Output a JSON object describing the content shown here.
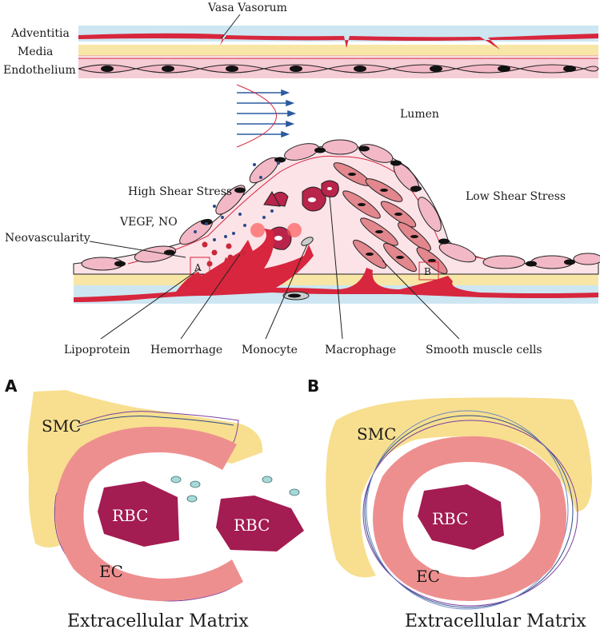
{
  "top_diagram": {
    "layers": {
      "vasa_vasorum": "Vasa Vasorum",
      "adventitia": "Adventitia",
      "media": "Media",
      "endothelium": "Endothelium"
    },
    "lumen": "Lumen",
    "high_shear": "High Shear Stress",
    "low_shear": "Low Shear Stress",
    "vegf": "VEGF, NO",
    "neovascularity": "Neovascularity",
    "box_a": "A",
    "box_b": "B",
    "bottom_labels": {
      "lipoprotein": "Lipoprotein",
      "hemorrhage": "Hemorrhage",
      "monocyte": "Monocyte",
      "macrophage": "Macrophage",
      "smooth_muscle": "Smooth muscle cells"
    }
  },
  "panel_a": {
    "letter": "A",
    "smc": "SMC",
    "rbc_inside": "RBC",
    "rbc_outside": "RBC",
    "ec": "EC",
    "ecm": "Extracellular Matrix"
  },
  "panel_b": {
    "letter": "B",
    "smc": "SMC",
    "rbc": "RBC",
    "ec": "EC",
    "ecm": "Extracellular Matrix"
  },
  "colors": {
    "adventitia": "#cde6f2",
    "media": "#f7e6a6",
    "endothelium": "#f5cdd6",
    "vessel": "#d7263d",
    "cell_pink": "#f2b8c6",
    "macrophage": "#b8244a",
    "smc_yellow": "#f7df8f",
    "ec_pink": "#ee8f8f",
    "rbc": "#a31c52"
  }
}
